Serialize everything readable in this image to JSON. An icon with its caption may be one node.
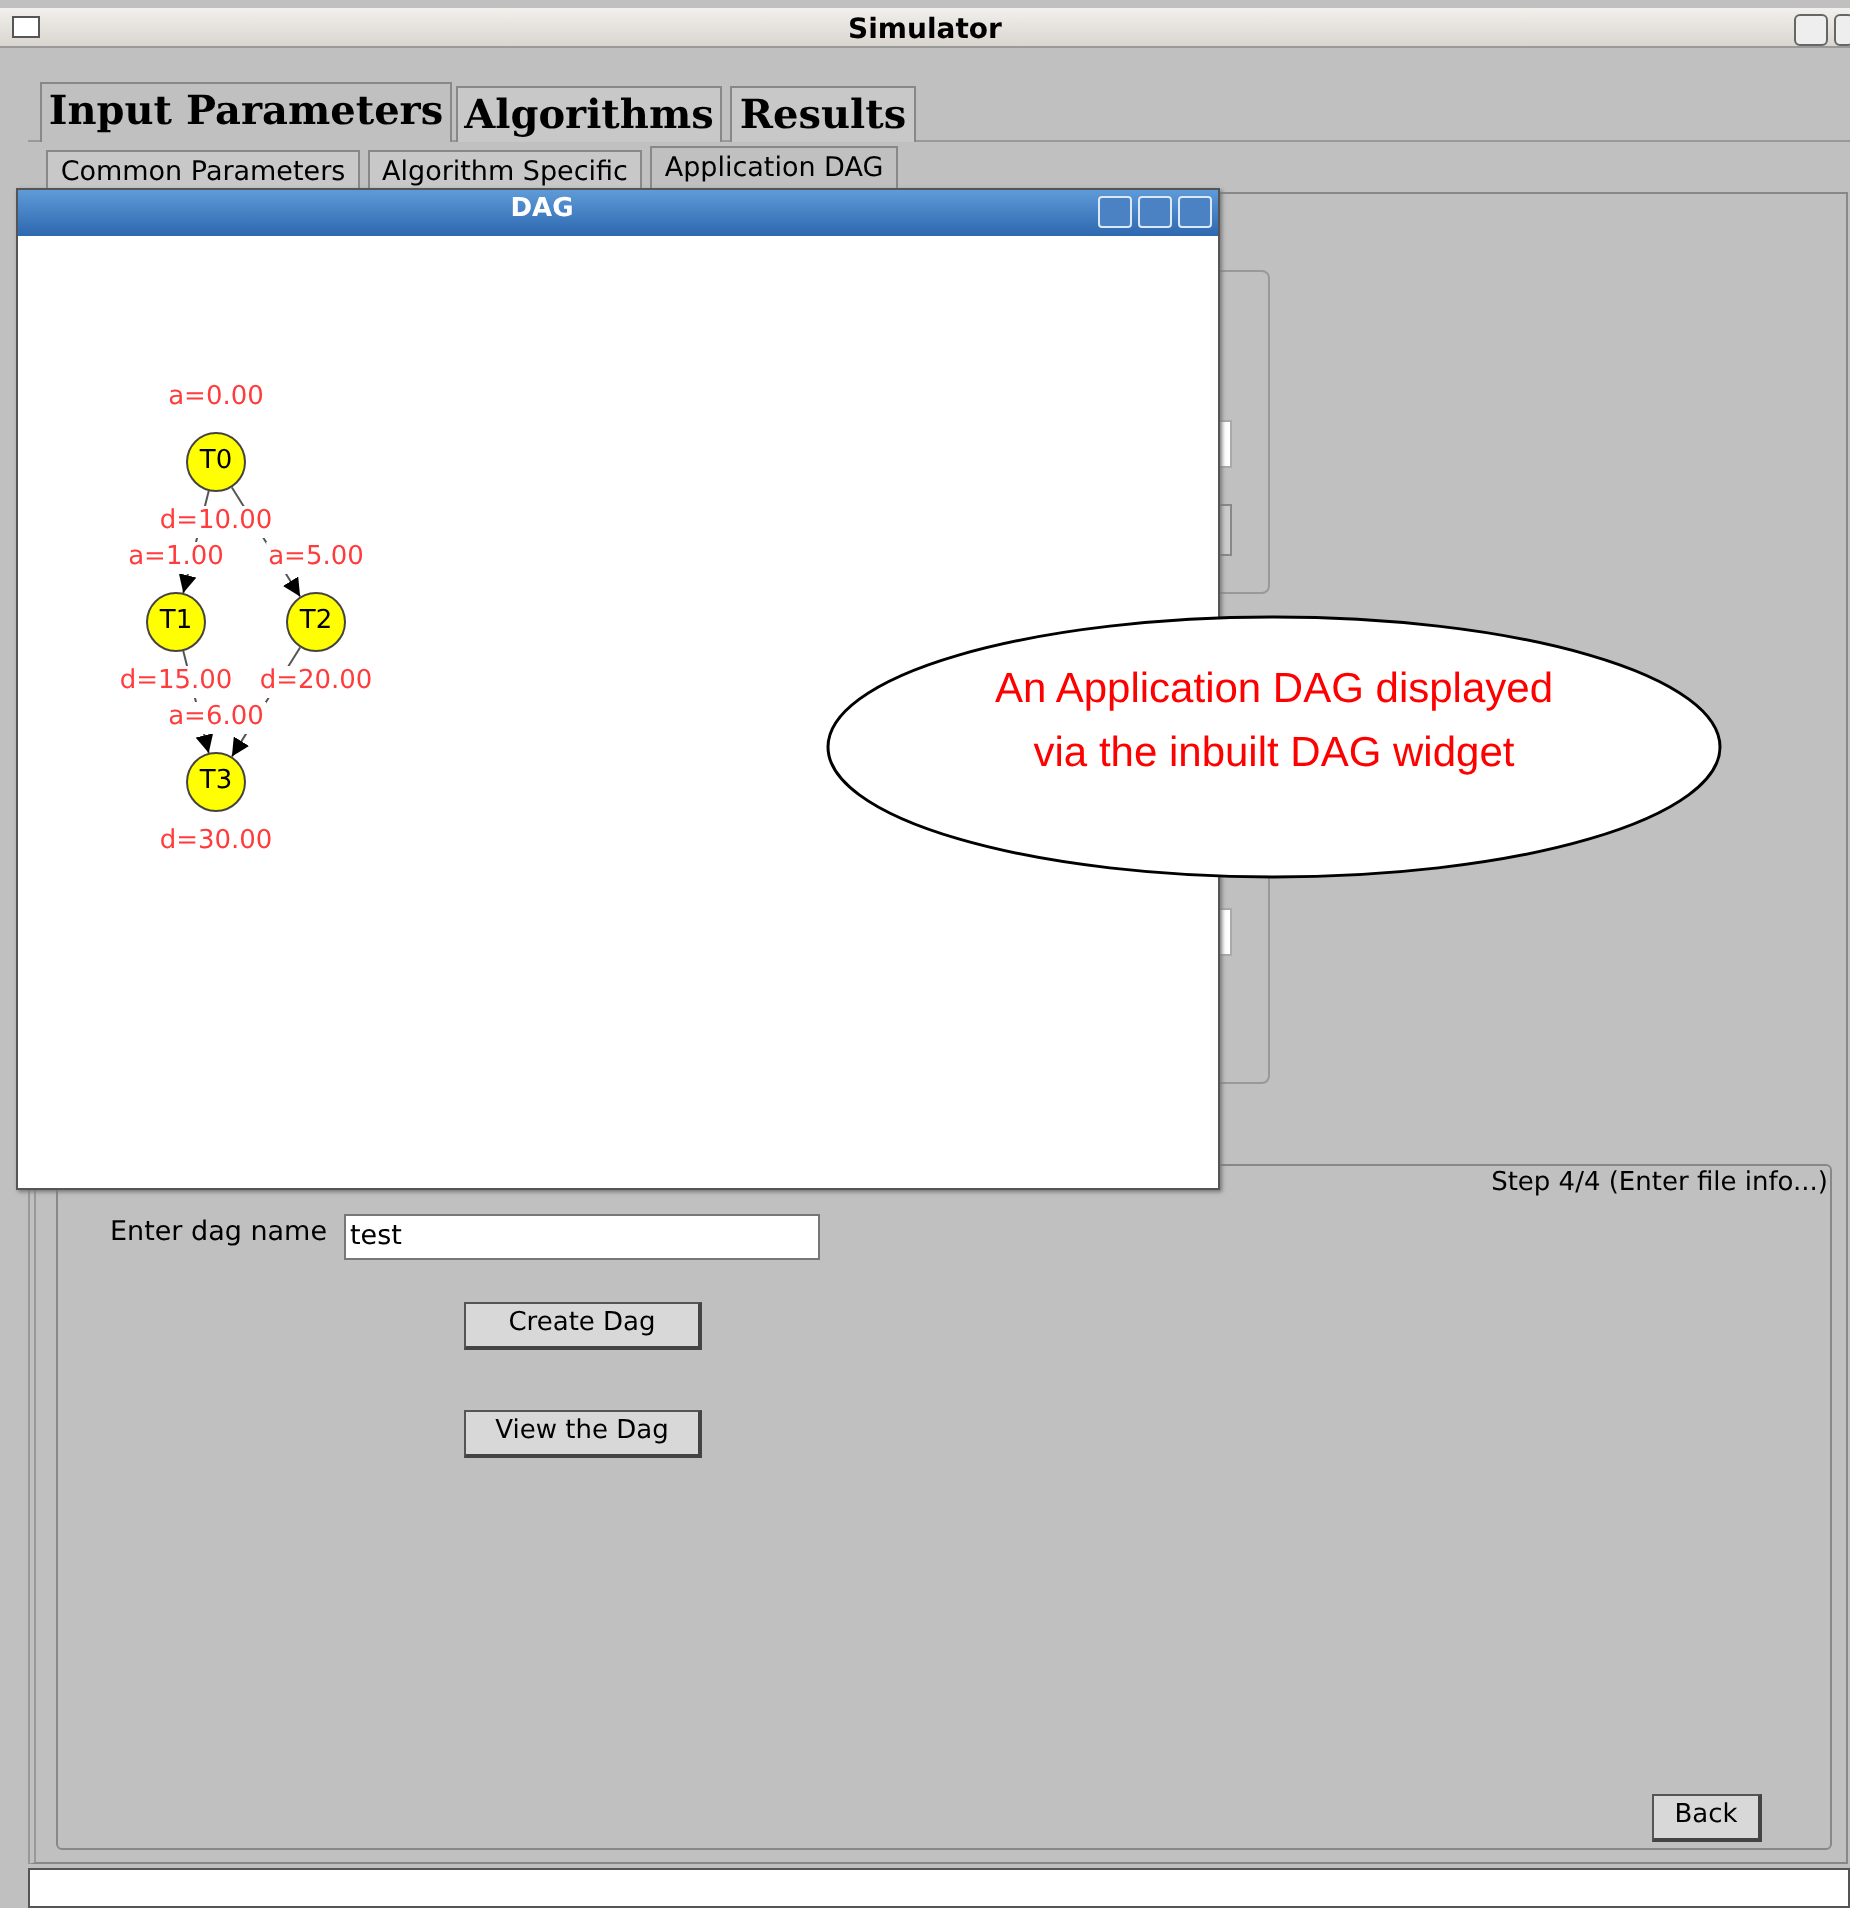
{
  "diagram": {
    "nodes": [
      {
        "text": [
          "T0"
        ],
        "beside": [
          "a=0.00",
          "d=10.00"
        ]
      },
      {
        "text": [
          "T1"
        ],
        "beside": [
          "a=1.00",
          "d=15.00"
        ]
      },
      {
        "text": [
          "T2"
        ],
        "beside": [
          "a=5.00",
          "d=20.00"
        ]
      },
      {
        "text": [
          "T3"
        ],
        "beside": [
          "a=6.00",
          "d=30.00"
        ]
      },
      {
        "text": [
          "An Application DAG displayed via the inbuilt DAG widget"
        ]
      }
    ],
    "edges": [
      {
        "from": 0,
        "to": 1,
        "arrow": "to"
      },
      {
        "from": 0,
        "to": 2,
        "arrow": "to"
      },
      {
        "from": 1,
        "to": 3,
        "arrow": "to"
      },
      {
        "from": 2,
        "to": 3,
        "arrow": "to"
      }
    ],
    "labels": [
      "Simulator",
      "Input Parameters",
      "Algorithms",
      "Results",
      "Common Parameters",
      "Algorithm Specific",
      "Application DAG",
      "DAG",
      "Step 4/4 (Enter file info...)",
      "Enter dag name",
      "test",
      "Create Dag",
      "View the Dag",
      "Back"
    ]
  }
}
